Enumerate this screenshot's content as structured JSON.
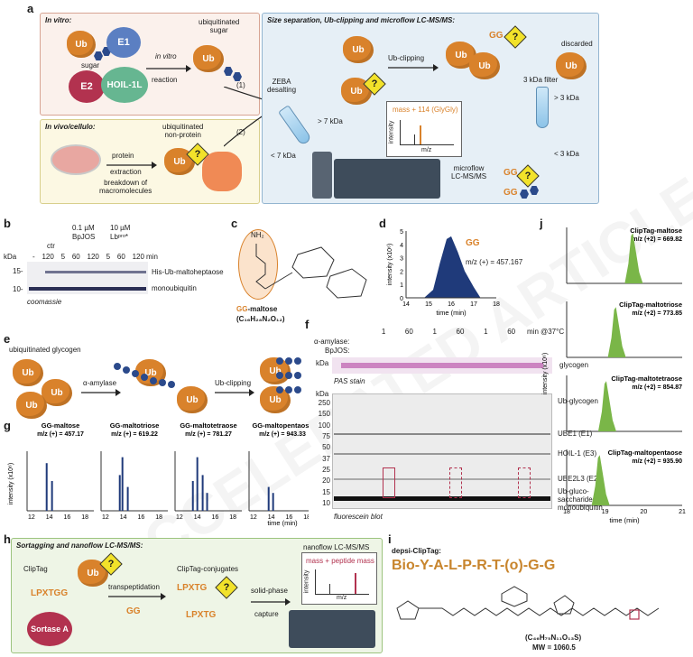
{
  "panels": [
    "a",
    "b",
    "c",
    "d",
    "e",
    "f",
    "g",
    "h",
    "i",
    "j"
  ],
  "a": {
    "invitro_title": "In vitro:",
    "invivo_title": "In vivo/cellulo:",
    "right_title": "Size separation, Ub-clipping and microflow LC-MS/MS:",
    "ub": "Ub",
    "e1": "E1",
    "e2": "E2",
    "hoil": "HOIL-1L",
    "sugar": "sugar",
    "in_vitro": "in vitro",
    "reaction": "reaction",
    "ubiquitinated_sugar": "ubiquitinated\nsugar",
    "path1": "(1)",
    "path2": "(2)",
    "ubiq_nonprotein": "ubiquitinated\nnon-protein",
    "protein": "protein",
    "extraction": "extraction",
    "breakdown": "breakdown of\nmacromolecules",
    "zeba": "ZEBA\ndesalting",
    "gt7": "> 7 kDa",
    "lt7": "< 7 kDa",
    "ub_clipping": "Ub-clipping",
    "gg": "GG",
    "discarded": "discarded",
    "filter": "3 kDa filter",
    "gt3": "> 3 kDa",
    "lt3": "< 3 kDa",
    "mass_note": "mass + 114 (GlyGly)",
    "intensity": "intensity",
    "mz": "m/z",
    "microflow": "microflow\nLC-MS/MS",
    "q": "?"
  },
  "b": {
    "cond1": "0.1 µM",
    "cond1b": "BpJOS",
    "cond2": "10 µM",
    "cond2b": "Lbᵖʳᵒ*",
    "ctr": "ctr",
    "lanes": [
      "-",
      "120",
      "5",
      "60",
      "120",
      "5",
      "60",
      "120"
    ],
    "min": "min",
    "kda": "kDa",
    "mw15": "15-",
    "mw10": "10-",
    "band1": "His-Ub-maltoheptaose",
    "band2": "monoubiquitin",
    "stain": "coomassie"
  },
  "c": {
    "nh2": "NH₂",
    "name_gg": "GG",
    "name": "-maltose",
    "formula": "(C₁₆H₂₈N₂O₁₂)"
  },
  "d": {
    "mz": "m/z (+) = 457.167",
    "ylabel": "intensity (x10⁶)",
    "xlabel": "time (min)",
    "yticks": [
      "0",
      "1",
      "2",
      "3",
      "4",
      "5"
    ],
    "xticks": [
      "14",
      "15",
      "16",
      "17",
      "18"
    ]
  },
  "e": {
    "ubiq_glycogen": "ubiquitinated glycogen",
    "amylase": "α-amylase",
    "ub_clipping": "Ub-clipping"
  },
  "f": {
    "header_values": [
      "1",
      "60",
      "1",
      "60",
      "1",
      "60"
    ],
    "min_label": "min @37°C",
    "amylase": "α-amylase:",
    "bpjos": "BpJOS:",
    "kda": "kDa",
    "glycogen": "glycogen",
    "pas": "PAS stain",
    "markers": [
      "250",
      "150",
      "100",
      "75",
      "50",
      "37",
      "25",
      "20",
      "15",
      "10"
    ],
    "bands": [
      "Ub-glycogen",
      "UBE1 (E1)",
      "HOIL-1 (E3)",
      "UBE2L3 (E2)",
      "Ub-gluco-\nsaccharides",
      "monoubiquitin"
    ],
    "blot": "fluorescein blot"
  },
  "g": {
    "charts": [
      {
        "title": "GG-maltose",
        "mz": "m/z (+) = 457.17"
      },
      {
        "title": "GG-maltotriose",
        "mz": "m/z (+) = 619.22"
      },
      {
        "title": "GG-maltotetraose",
        "mz": "m/z (+) = 781.27"
      },
      {
        "title": "GG-maltopentaose",
        "mz": "m/z (+) = 943.33"
      }
    ],
    "ylabel": "intensity (x10⁶)",
    "xlabel": "time (min)",
    "xticks": [
      "12",
      "14",
      "16",
      "18"
    ]
  },
  "h": {
    "title": "Sortagging and nanoflow LC-MS/MS:",
    "cliptag": "ClipTag",
    "lpxtgg": "LPXTGG",
    "transpeptidation": "transpeptidation",
    "gg": "GG",
    "conjugates": "ClipTag-conjugates",
    "lpxtg": "LPXTG",
    "solid": "solid-phase",
    "capture": "capture",
    "nanoflow": "nanoflow LC-MS/MS",
    "mass": "mass + peptide mass",
    "intensity": "intensity",
    "mz": "m/z",
    "sortase": "Sortase A"
  },
  "i": {
    "label": "depsi-ClipTag:",
    "sequence": "Bio-Y-A-L-P-R-T-(o)-G-G",
    "formula": "(C₄₆H₇₅N₁₁O₁₃S)",
    "mw": "MW = 1060.5"
  },
  "j": {
    "charts": [
      {
        "title": "ClipTag-maltose",
        "mz": "m/z (+2) = 669.82"
      },
      {
        "title": "ClipTag-maltotriose",
        "mz": "m/z (+2) = 773.85"
      },
      {
        "title": "ClipTag-maltotetraose",
        "mz": "m/z (+2) = 854.87"
      },
      {
        "title": "ClipTag-maltopentaose",
        "mz": "m/z (+2) = 935.90"
      }
    ],
    "ylabel": "intensity (x10⁶)",
    "xlabel": "time (min)",
    "xticks": [
      "18",
      "19",
      "20",
      "21"
    ]
  },
  "watermark": "ACCELERATED ARTICLE PREVIEW",
  "colors": {
    "ub": "#d9822b",
    "sugar": "#2b4a8b",
    "green": "#7ab648",
    "invitro_bg": "#fbf1ec",
    "invivo_bg": "#fcf8e3",
    "right_bg": "#e6eff6",
    "h_bg": "#eef5e6"
  },
  "chart_data": [
    {
      "type": "area",
      "panel": "d",
      "title": "",
      "x": [
        14.8,
        15.2,
        15.5,
        15.8,
        16.0,
        16.3,
        16.6,
        17.0,
        17.3
      ],
      "y": [
        0,
        0.6,
        2.6,
        4.4,
        4.6,
        3.4,
        2.0,
        0.8,
        0
      ],
      "xlim": [
        14,
        18
      ],
      "ylim": [
        0,
        5
      ],
      "xlabel": "time (min)",
      "ylabel": "intensity (x10⁶)"
    },
    {
      "type": "bar",
      "panel": "g",
      "charts": [
        "GG-maltose",
        "GG-maltotriose",
        "GG-maltotetraose",
        "GG-maltopentaose"
      ],
      "xlim": [
        11.5,
        19
      ],
      "xlabel": "time (min)",
      "ylabel": "intensity (x10⁶)"
    },
    {
      "type": "area",
      "panel": "j",
      "charts": [
        "ClipTag-maltose",
        "ClipTag-maltotriose",
        "ClipTag-maltotetraose",
        "ClipTag-maltopentaose"
      ],
      "peaks_center": [
        19.72,
        19.28,
        19.03,
        18.86
      ],
      "xlim": [
        18,
        21
      ],
      "xlabel": "time (min)",
      "ylabel": "intensity (x10⁶)"
    }
  ]
}
